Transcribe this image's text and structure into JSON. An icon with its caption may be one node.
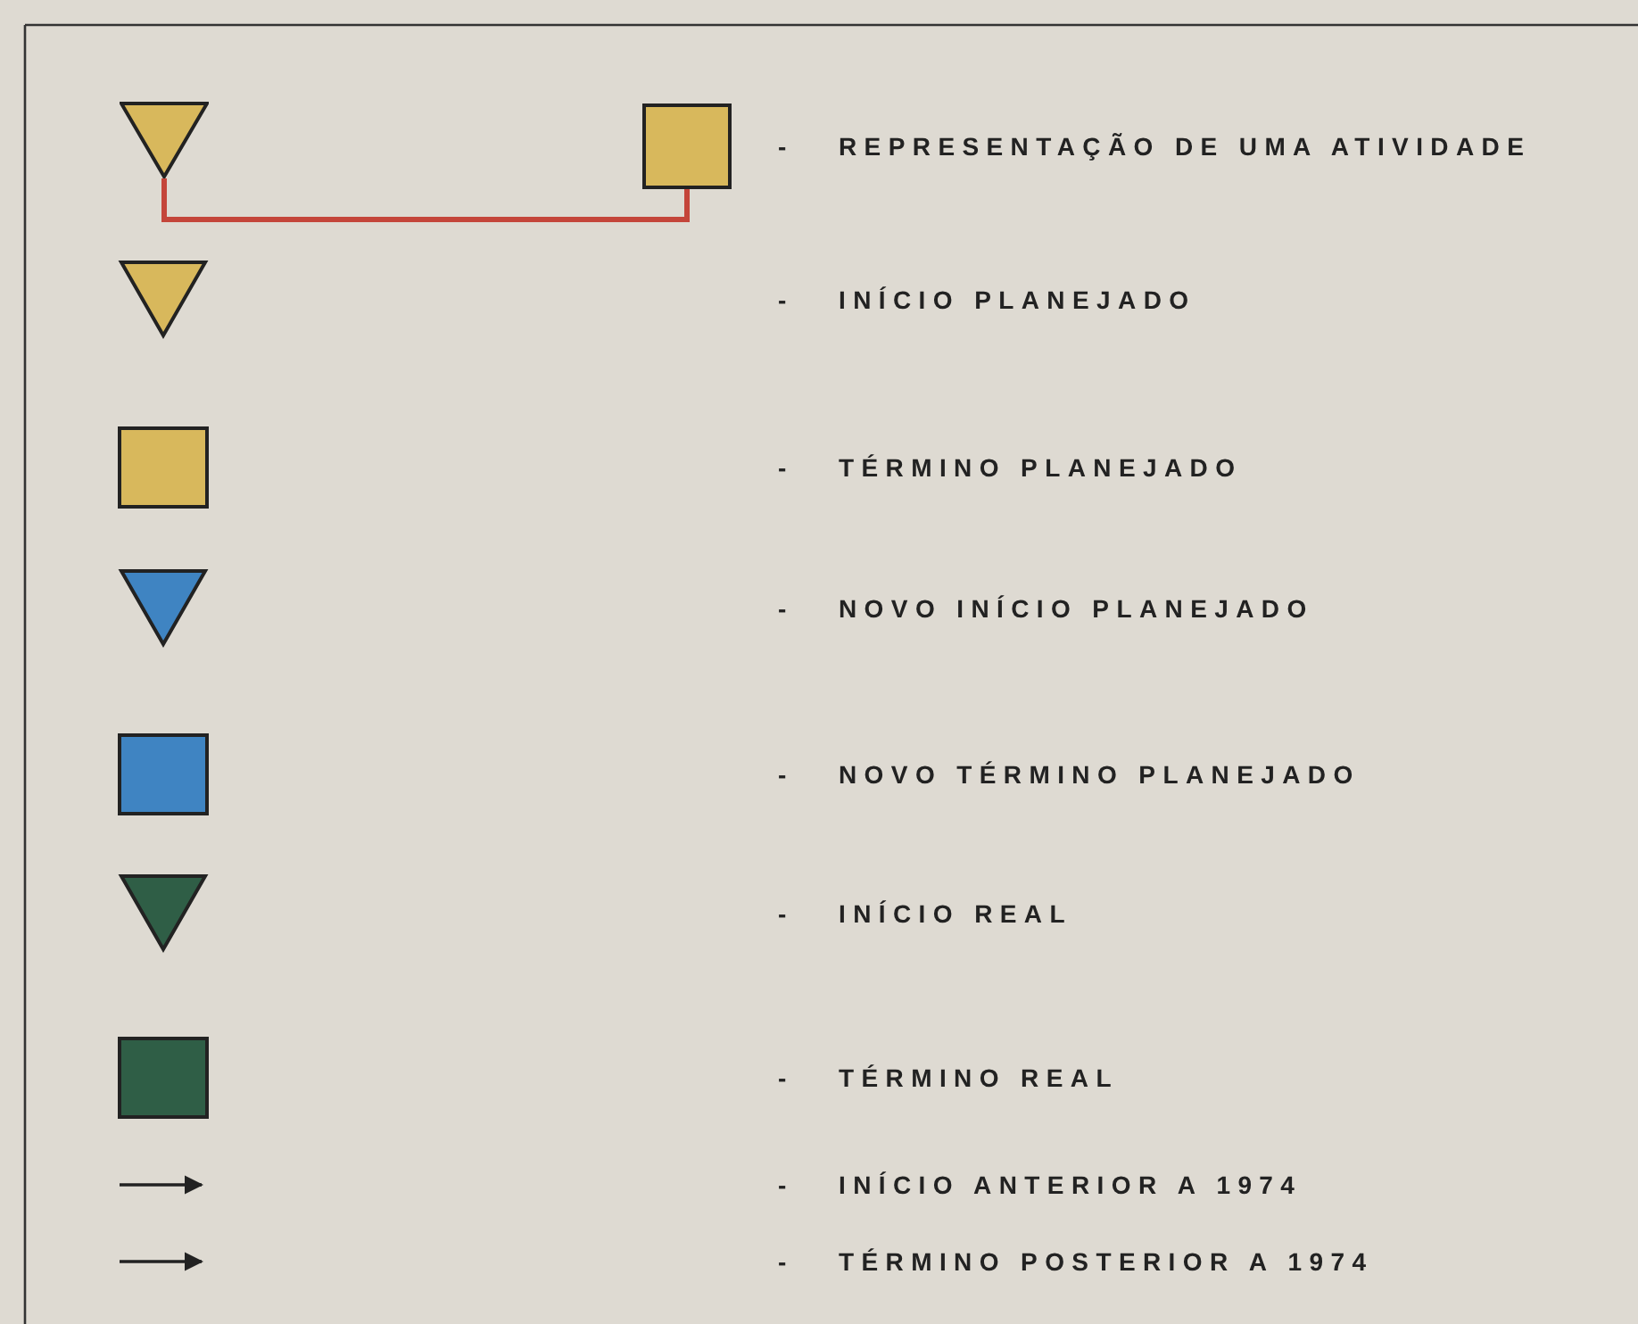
{
  "diagram": {
    "nodes": [
      {
        "text": [],
        "shape": "triangle"
      },
      {
        "text": [],
        "shape": "box"
      }
    ],
    "edges": [
      {
        "from": 0,
        "to": 1,
        "arrow": "none",
        "color": "#c4453a"
      }
    ],
    "labels": [
      "-",
      "-",
      "-",
      "-",
      "-",
      "-",
      "-",
      "-",
      "-"
    ],
    "legend": [
      {
        "text": "REPRESENTAÇÃO DE UMA ATIVIDADE"
      },
      {
        "text": "INÍCIO PLANEJADO",
        "color": "#d8b85c"
      },
      {
        "text": "TÉRMINO PLANEJADO",
        "color": "#d8b85c"
      },
      {
        "text": "NOVO INÍCIO PLANEJADO",
        "color": "#3f84c2"
      },
      {
        "text": "NOVO TÉRMINO PLANEJADO",
        "color": "#3f84c2"
      },
      {
        "text": "INÍCIO REAL",
        "color": "#2f5e46"
      },
      {
        "text": "TÉRMINO REAL",
        "color": "#2f5e46"
      },
      {
        "text": "INÍCIO ANTERIOR A 1974"
      },
      {
        "text": "TÉRMINO POSTERIOR A 1974"
      }
    ]
  }
}
